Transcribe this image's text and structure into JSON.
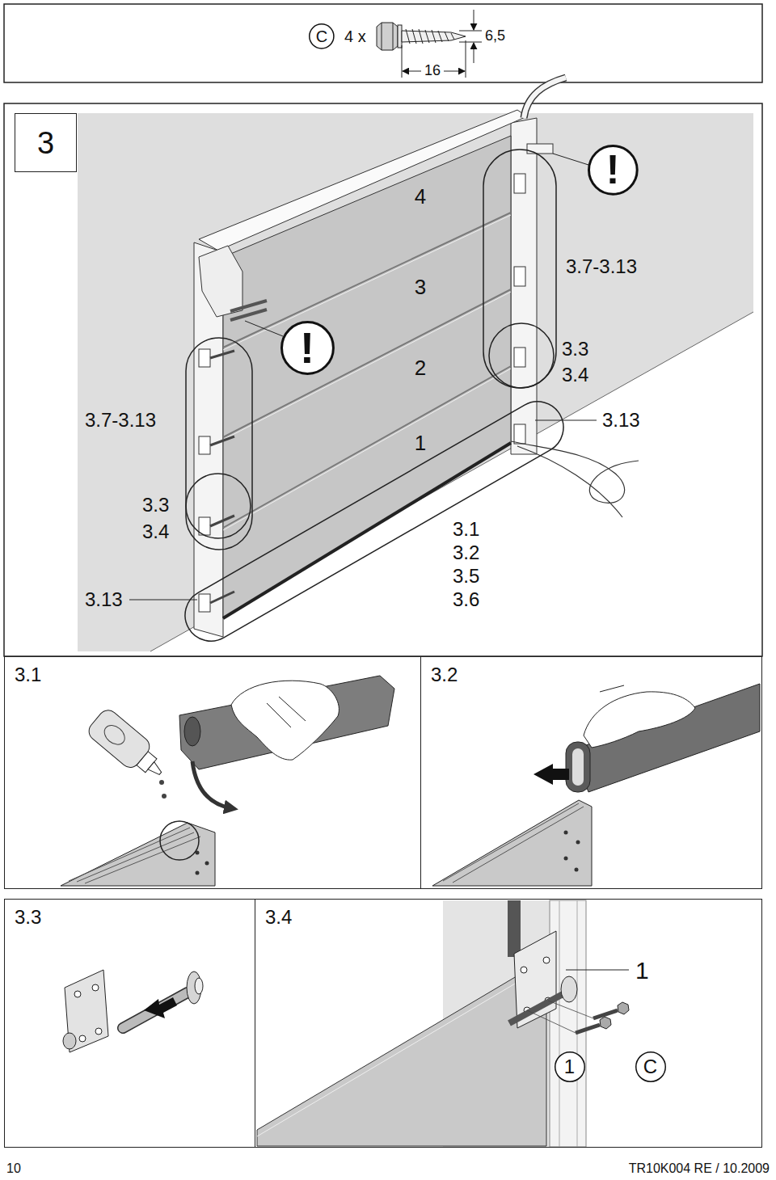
{
  "diagram": {
    "nodes": [
      {
        "text": [
          "C"
        ]
      },
      {
        "text": [
          "3"
        ]
      },
      {
        "text": [
          "!"
        ]
      },
      {
        "text": [
          "!"
        ]
      },
      {
        "text": [
          "3.1"
        ]
      },
      {
        "text": [
          "3.2"
        ]
      },
      {
        "text": [
          "3.3"
        ]
      },
      {
        "text": [
          "3.4"
        ]
      },
      {
        "text": [
          "1"
        ],
        "in": 7
      },
      {
        "text": [
          "C"
        ],
        "in": 7
      }
    ],
    "labels": [
      "4 x",
      "6,5",
      "16",
      "4",
      "3",
      "2",
      "3.7-3.13",
      "3.3",
      "3.4",
      "3.7-3.13",
      "1",
      "3.13",
      "3.3",
      "3.4",
      "3.1",
      "3.2",
      "3.5",
      "3.6",
      "3.13",
      "1",
      "10",
      "TR10K004 RE / 10.2009"
    ]
  }
}
